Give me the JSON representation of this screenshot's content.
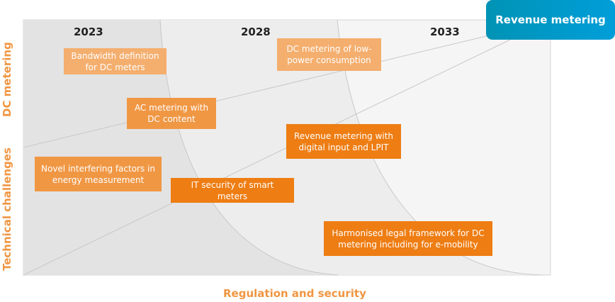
{
  "years": [
    "2023",
    "2028",
    "2033"
  ],
  "target": "Revenue metering",
  "axes": {
    "y_top": "DC metering",
    "y_bottom": "Technical challenges",
    "x": "Regulation and security"
  },
  "boxes": [
    "Bandwidth definition for DC meters",
    "DC metering of low-power consumption",
    "AC metering with DC content",
    "Revenue metering with digital input and LPIT",
    "Novel interfering factors in energy measurement",
    "IT security of smart meters",
    "Harmonised legal framework for DC metering including for e-mobility"
  ],
  "colors": {
    "light": "#f4ae6e",
    "medium": "#f09744",
    "dark": "#ee7d13",
    "target": "#0099c6"
  }
}
